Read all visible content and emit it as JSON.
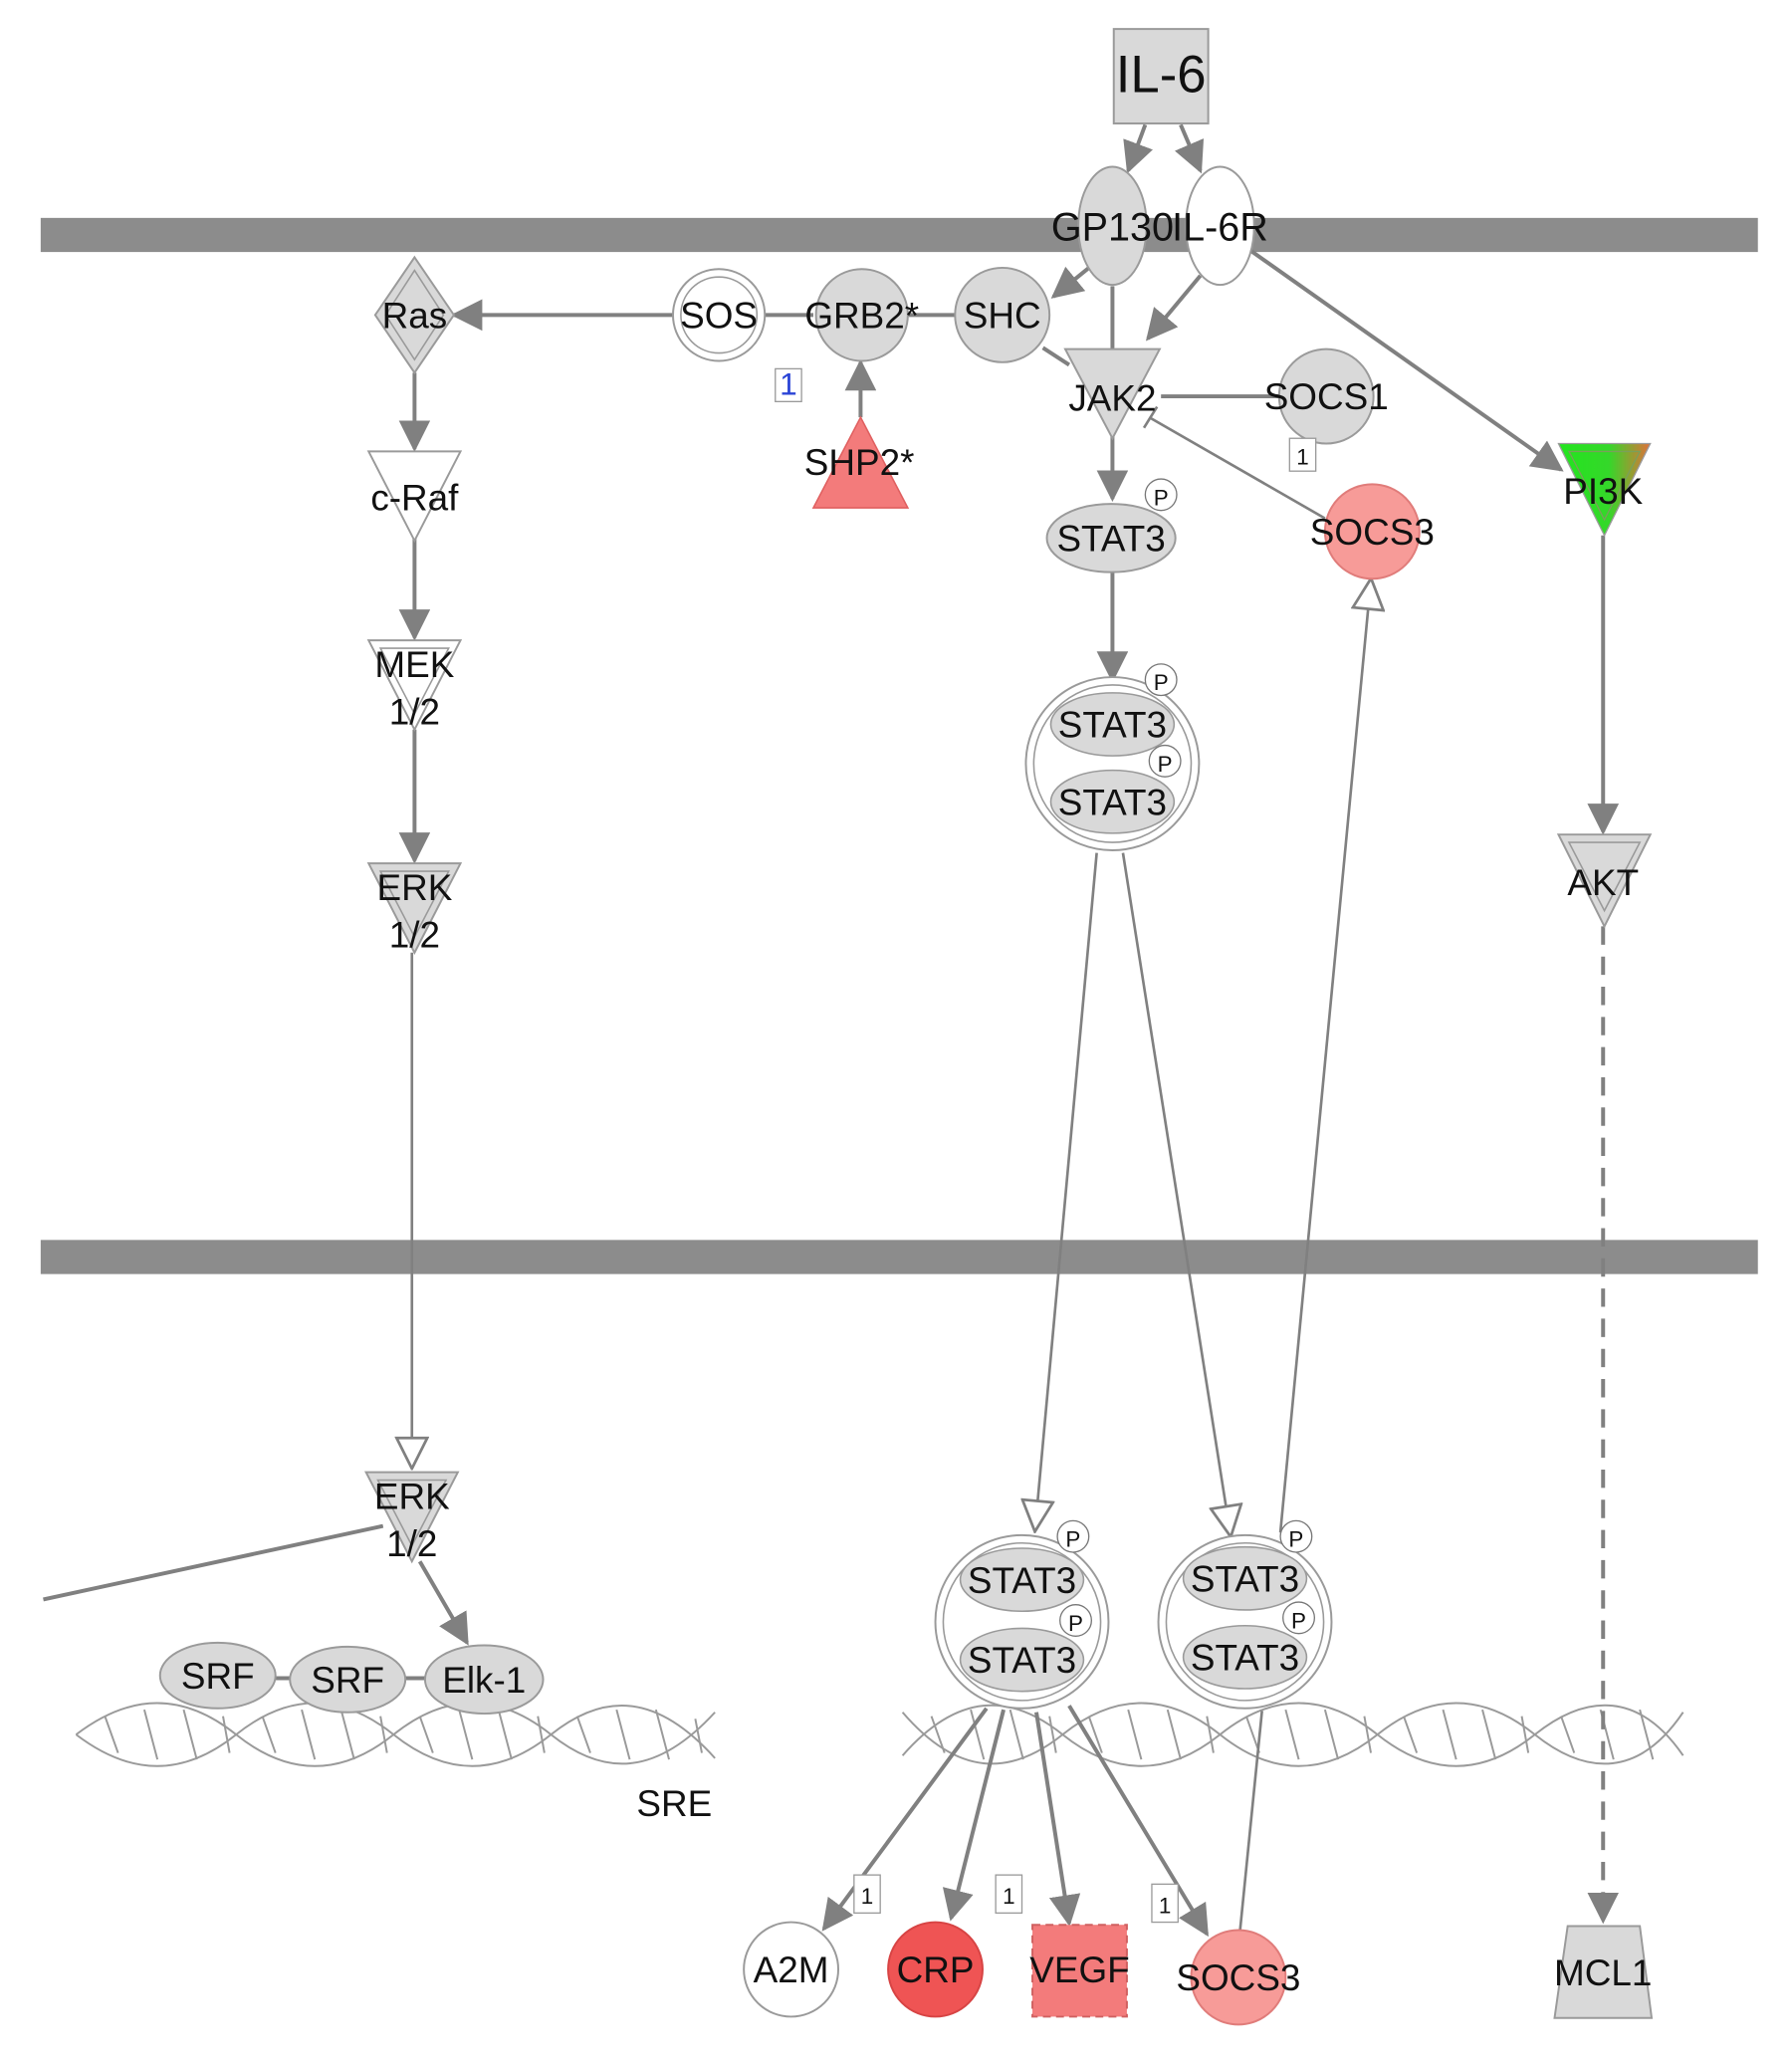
{
  "colors": {
    "membrane": "#8c8c8c",
    "edge": "#808080",
    "gray_fill": "#d9d9d9",
    "red_light": "#f79b98",
    "red_mid": "#f37b7b",
    "red_strong": "#ef5454",
    "green": "#22e61e",
    "badge": "#2b44d6"
  },
  "nodes": {
    "il6": "IL-6",
    "gp130": "GP130",
    "il6r": "IL-6R",
    "ras": "Ras",
    "sos": "SOS",
    "grb2": "GRB2*",
    "shc": "SHC",
    "shp2": "SHP2*",
    "jak2": "JAK2",
    "socs1": "SOCS1",
    "pi3k": "PI3K",
    "craf": "c-Raf",
    "mek_1": "MEK",
    "mek_2": "1/2",
    "stat3_p": "STAT3",
    "socs3_top": "SOCS3",
    "dimer_top_a": "STAT3",
    "dimer_top_b": "STAT3",
    "erk_top_1": "ERK",
    "erk_top_2": "1/2",
    "akt": "AKT",
    "erk_nuc_1": "ERK",
    "erk_nuc_2": "1/2",
    "srf_a": "SRF",
    "srf_b": "SRF",
    "elk1": "Elk-1",
    "sre": "SRE",
    "dimer_l_a": "STAT3",
    "dimer_l_b": "STAT3",
    "dimer_r_a": "STAT3",
    "dimer_r_b": "STAT3",
    "a2m": "A2M",
    "crp": "CRP",
    "vegf": "VEGF",
    "socs3_bottom": "SOCS3",
    "mcl1": "MCL1"
  },
  "phospho_label": "P",
  "badge_label": "1"
}
